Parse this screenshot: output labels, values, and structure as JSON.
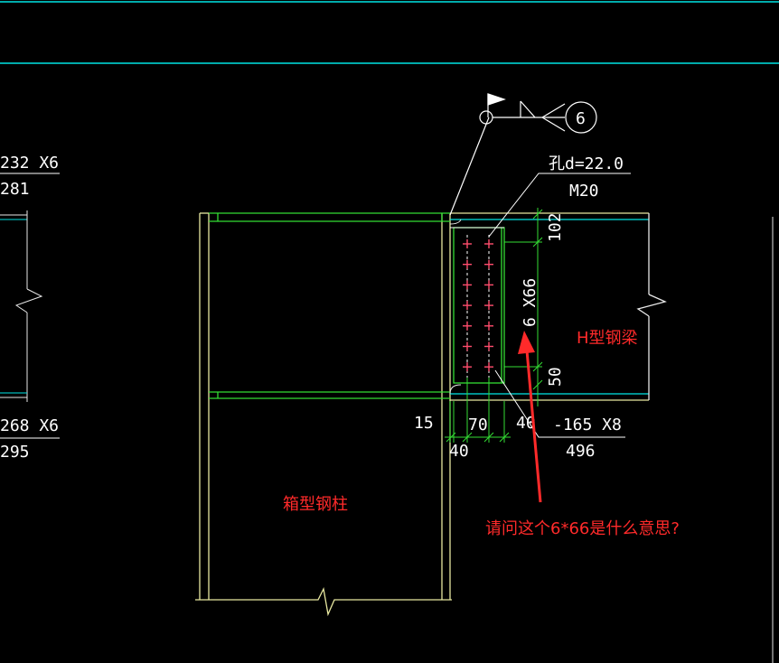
{
  "drawing": {
    "bolt_hole": "孔d=22.0",
    "bolt_spec": "M20",
    "weld_mark": "6",
    "left_top_plate": "232 X6",
    "left_top_len": "281",
    "left_bot_plate": "268 X6",
    "left_bot_len": "295",
    "dim_102": "102",
    "dim_6x66": "6 X66",
    "dim_50": "50",
    "dim_15": "15",
    "dim_70": "70",
    "dim_40a": "40",
    "dim_40b": "40",
    "splice_plate": "-165 X8",
    "splice_len": "496"
  },
  "labels": {
    "h_beam": "H型钢梁",
    "box_column": "箱型钢柱",
    "question": "请问这个6*66是什么意思?"
  },
  "colors": {
    "background": "#000000",
    "cyan_line": "#00e5e5",
    "green_line": "#33dd33",
    "yellow_line": "#e8e8a0",
    "white_line": "#ffffff",
    "bolt": "#ff4d6d",
    "annotation": "#ff2a2a"
  }
}
